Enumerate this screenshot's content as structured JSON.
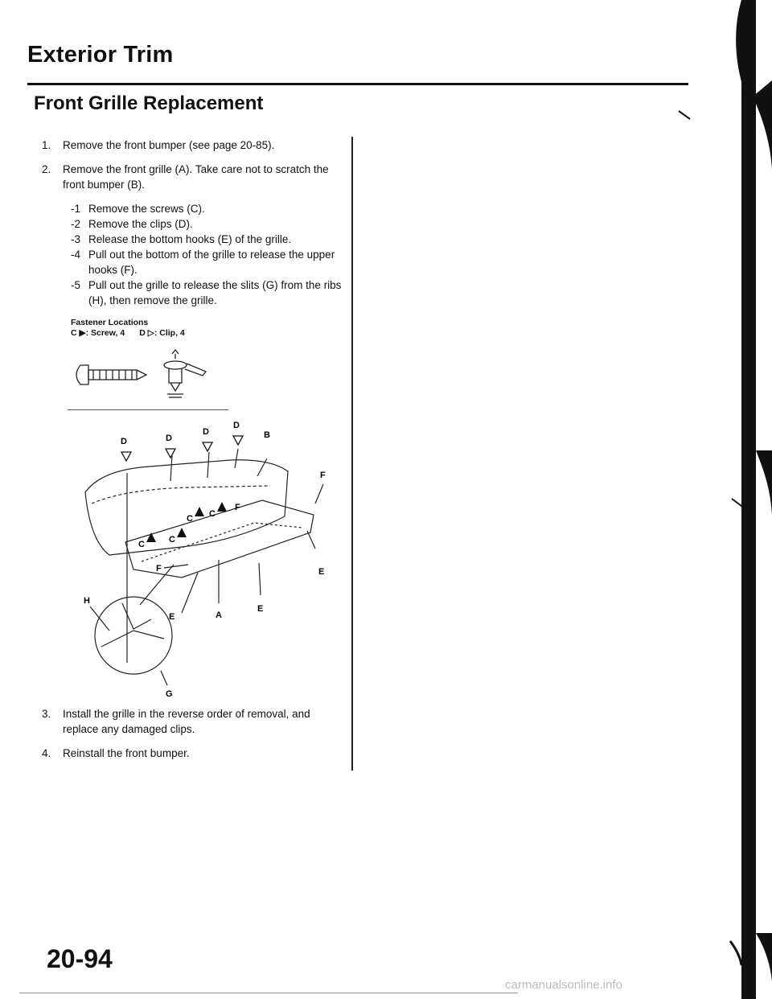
{
  "header": {
    "section_title": "Exterior Trim",
    "subsection_title": "Front Grille Replacement"
  },
  "steps": [
    {
      "num": "1.",
      "text": "Remove the front bumper (see page 20-85)."
    },
    {
      "num": "2.",
      "text": "Remove the front grille (A). Take care not to scratch the front bumper (B)."
    }
  ],
  "substeps": [
    {
      "num": "-1",
      "text": "Remove the screws (C)."
    },
    {
      "num": "-2",
      "text": "Remove the clips (D)."
    },
    {
      "num": "-3",
      "text": "Release the bottom hooks (E) of the grille."
    },
    {
      "num": "-4",
      "text": "Pull out the bottom of the grille to release the upper hooks (F)."
    },
    {
      "num": "-5",
      "text": "Pull out the grille to release the slits (G) from the ribs (H), then remove the grille."
    }
  ],
  "legend": {
    "title": "Fastener Locations",
    "screw_letter": "C",
    "screw_label": ": Screw, 4",
    "clip_letter": "D",
    "clip_label": ": Clip, 4"
  },
  "diagram_labels": {
    "d1": "D",
    "d2": "D",
    "d3": "D",
    "d4": "D",
    "b": "B",
    "f1": "F",
    "f2": "F",
    "f3": "F",
    "c1": "C",
    "c2": "C",
    "c3": "C",
    "c4": "C",
    "e1": "E",
    "e2": "E",
    "e3": "E",
    "a": "A",
    "h": "H",
    "g": "G"
  },
  "steps_after": [
    {
      "num": "3.",
      "text": "Install the grille in the reverse order of removal, and replace any damaged clips."
    },
    {
      "num": "4.",
      "text": "Reinstall the front bumper."
    }
  ],
  "footer": {
    "page_number": "20-94",
    "watermark": "carmanualsonline.info"
  }
}
